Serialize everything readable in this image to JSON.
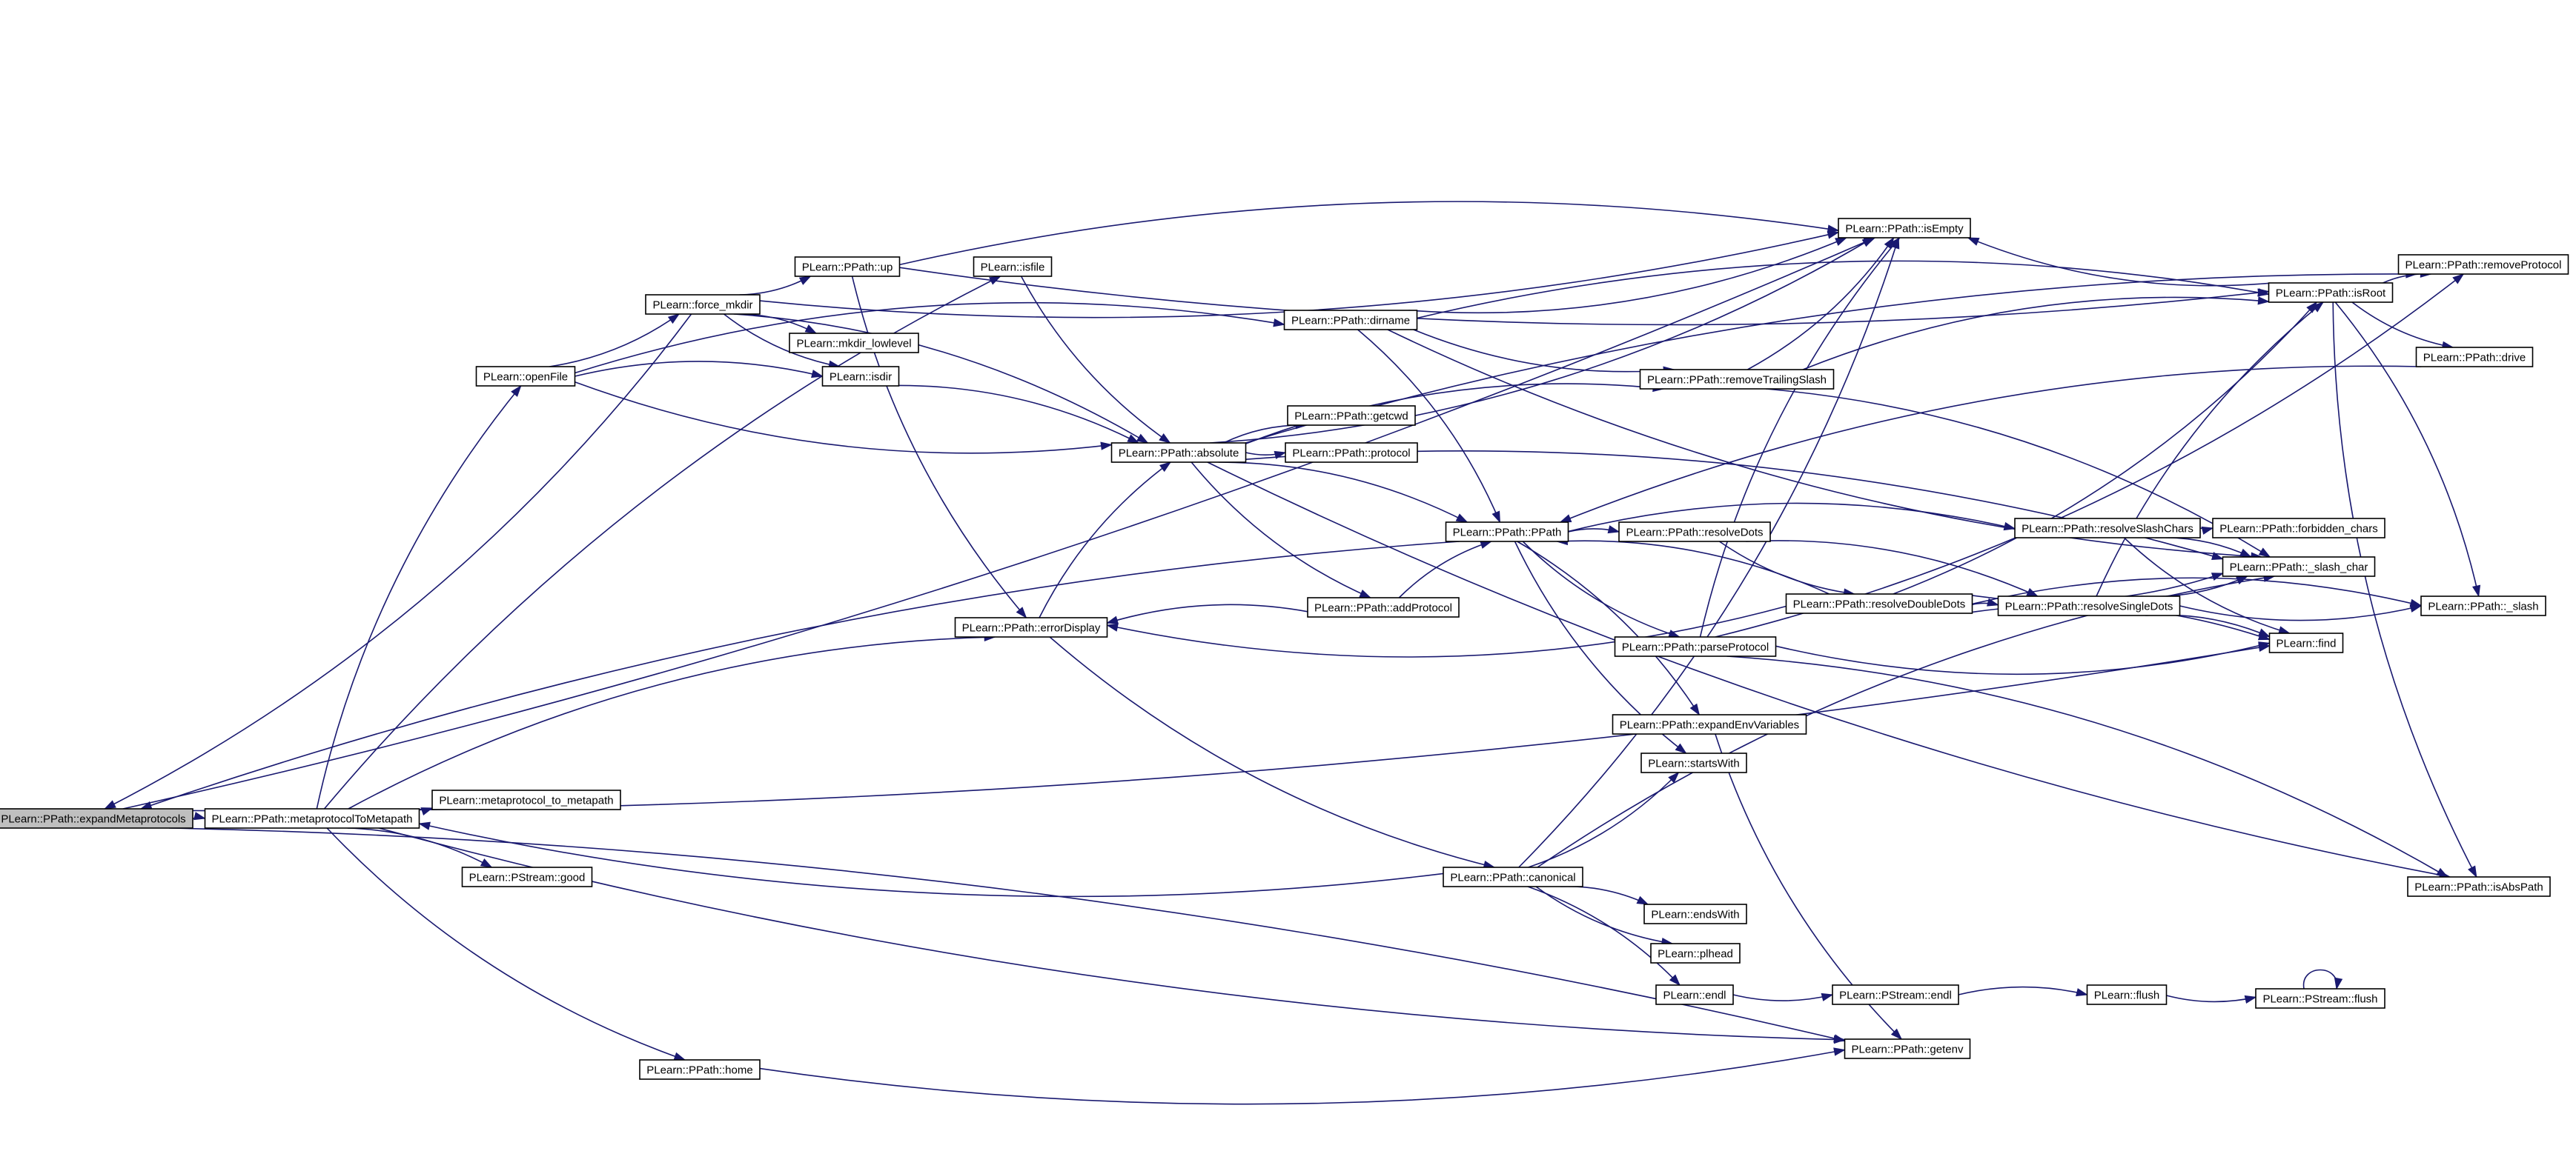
{
  "graph": {
    "nodes": [
      {
        "id": "expandMetaprotocols",
        "label": "PLearn::PPath::expandMetaprotocols",
        "root": true
      },
      {
        "id": "metaprotocolToMetapath",
        "label": "PLearn::PPath::metaprotocolToMetapath"
      },
      {
        "id": "metaprotocol_to_metapath",
        "label": "PLearn::metaprotocol_to_metapath"
      },
      {
        "id": "good",
        "label": "PLearn::PStream::good"
      },
      {
        "id": "home",
        "label": "PLearn::PPath::home"
      },
      {
        "id": "openFile",
        "label": "PLearn::openFile"
      },
      {
        "id": "force_mkdir",
        "label": "PLearn::force_mkdir"
      },
      {
        "id": "mkdir_lowlevel",
        "label": "PLearn::mkdir_lowlevel"
      },
      {
        "id": "isdir",
        "label": "PLearn::isdir"
      },
      {
        "id": "up",
        "label": "PLearn::PPath::up"
      },
      {
        "id": "isfile",
        "label": "PLearn::isfile"
      },
      {
        "id": "errorDisplay",
        "label": "PLearn::PPath::errorDisplay"
      },
      {
        "id": "absolute",
        "label": "PLearn::PPath::absolute"
      },
      {
        "id": "dirname",
        "label": "PLearn::PPath::dirname"
      },
      {
        "id": "getcwd",
        "label": "PLearn::PPath::getcwd"
      },
      {
        "id": "protocol",
        "label": "PLearn::PPath::protocol"
      },
      {
        "id": "PPath",
        "label": "PLearn::PPath::PPath"
      },
      {
        "id": "addProtocol",
        "label": "PLearn::PPath::addProtocol"
      },
      {
        "id": "removeTrailingSlash",
        "label": "PLearn::PPath::removeTrailingSlash"
      },
      {
        "id": "isEmpty",
        "label": "PLearn::PPath::isEmpty"
      },
      {
        "id": "resolveDots",
        "label": "PLearn::PPath::resolveDots"
      },
      {
        "id": "parseProtocol",
        "label": "PLearn::PPath::parseProtocol"
      },
      {
        "id": "expandEnvVariables",
        "label": "PLearn::PPath::expandEnvVariables"
      },
      {
        "id": "startsWith",
        "label": "PLearn::startsWith"
      },
      {
        "id": "canonical",
        "label": "PLearn::PPath::canonical"
      },
      {
        "id": "endsWith",
        "label": "PLearn::endsWith"
      },
      {
        "id": "plhead",
        "label": "PLearn::plhead"
      },
      {
        "id": "endl",
        "label": "PLearn::endl"
      },
      {
        "id": "ps_endl",
        "label": "PLearn::PStream::endl"
      },
      {
        "id": "flush",
        "label": "PLearn::flush"
      },
      {
        "id": "ps_flush",
        "label": "PLearn::PStream::flush"
      },
      {
        "id": "getenv",
        "label": "PLearn::PPath::getenv"
      },
      {
        "id": "resolveSlashChars",
        "label": "PLearn::PPath::resolveSlashChars"
      },
      {
        "id": "resolveDoubleDots",
        "label": "PLearn::PPath::resolveDoubleDots"
      },
      {
        "id": "resolveSingleDots",
        "label": "PLearn::PPath::resolveSingleDots"
      },
      {
        "id": "forbidden_chars",
        "label": "PLearn::PPath::forbidden_chars"
      },
      {
        "id": "slash_char",
        "label": "PLearn::PPath::_slash_char"
      },
      {
        "id": "slash",
        "label": "PLearn::PPath::_slash"
      },
      {
        "id": "find",
        "label": "PLearn::find"
      },
      {
        "id": "isRoot",
        "label": "PLearn::PPath::isRoot"
      },
      {
        "id": "removeProtocol",
        "label": "PLearn::PPath::removeProtocol"
      },
      {
        "id": "drive",
        "label": "PLearn::PPath::drive"
      },
      {
        "id": "isAbsPath",
        "label": "PLearn::PPath::isAbsPath"
      }
    ],
    "edges": [
      [
        "expandMetaprotocols",
        "metaprotocolToMetapath"
      ],
      [
        "expandMetaprotocols",
        "isEmpty"
      ],
      [
        "expandMetaprotocols",
        "getenv"
      ],
      [
        "expandMetaprotocols",
        "find"
      ],
      [
        "metaprotocolToMetapath",
        "openFile"
      ],
      [
        "metaprotocolToMetapath",
        "metaprotocol_to_metapath"
      ],
      [
        "metaprotocolToMetapath",
        "good"
      ],
      [
        "metaprotocolToMetapath",
        "home"
      ],
      [
        "metaprotocolToMetapath",
        "errorDisplay"
      ],
      [
        "metaprotocolToMetapath",
        "getenv"
      ],
      [
        "metaprotocolToMetapath",
        "isfile"
      ],
      [
        "openFile",
        "force_mkdir"
      ],
      [
        "openFile",
        "isdir"
      ],
      [
        "openFile",
        "absolute"
      ],
      [
        "openFile",
        "dirname"
      ],
      [
        "force_mkdir",
        "up"
      ],
      [
        "force_mkdir",
        "mkdir_lowlevel"
      ],
      [
        "force_mkdir",
        "isdir"
      ],
      [
        "force_mkdir",
        "absolute"
      ],
      [
        "force_mkdir",
        "isEmpty"
      ],
      [
        "force_mkdir",
        "expandMetaprotocols"
      ],
      [
        "up",
        "errorDisplay"
      ],
      [
        "up",
        "isEmpty"
      ],
      [
        "up",
        "isRoot"
      ],
      [
        "isdir",
        "absolute"
      ],
      [
        "isfile",
        "absolute"
      ],
      [
        "errorDisplay",
        "absolute"
      ],
      [
        "errorDisplay",
        "canonical"
      ],
      [
        "absolute",
        "getcwd"
      ],
      [
        "absolute",
        "protocol"
      ],
      [
        "absolute",
        "PPath"
      ],
      [
        "absolute",
        "addProtocol"
      ],
      [
        "absolute",
        "removeTrailingSlash"
      ],
      [
        "absolute",
        "isEmpty"
      ],
      [
        "absolute",
        "removeProtocol"
      ],
      [
        "absolute",
        "isAbsPath"
      ],
      [
        "absolute",
        "slash_char"
      ],
      [
        "dirname",
        "isEmpty"
      ],
      [
        "dirname",
        "PPath"
      ],
      [
        "dirname",
        "removeTrailingSlash"
      ],
      [
        "dirname",
        "isRoot"
      ],
      [
        "dirname",
        "slash_char"
      ],
      [
        "addProtocol",
        "PPath"
      ],
      [
        "addProtocol",
        "errorDisplay"
      ],
      [
        "PPath",
        "resolveDots"
      ],
      [
        "PPath",
        "parseProtocol"
      ],
      [
        "PPath",
        "expandEnvVariables"
      ],
      [
        "PPath",
        "startsWith"
      ],
      [
        "PPath",
        "resolveSlashChars"
      ],
      [
        "PPath",
        "expandMetaprotocols"
      ],
      [
        "removeTrailingSlash",
        "isRoot"
      ],
      [
        "removeTrailingSlash",
        "isEmpty"
      ],
      [
        "removeTrailingSlash",
        "slash_char"
      ],
      [
        "resolveDots",
        "resolveDoubleDots"
      ],
      [
        "resolveDots",
        "resolveSingleDots"
      ],
      [
        "resolveSlashChars",
        "forbidden_chars"
      ],
      [
        "resolveSlashChars",
        "slash_char"
      ],
      [
        "resolveSlashChars",
        "find"
      ],
      [
        "resolveDoubleDots",
        "resolveSingleDots"
      ],
      [
        "resolveDoubleDots",
        "slash_char"
      ],
      [
        "resolveDoubleDots",
        "find"
      ],
      [
        "resolveDoubleDots",
        "isRoot"
      ],
      [
        "resolveDoubleDots",
        "errorDisplay"
      ],
      [
        "resolveDoubleDots",
        "PPath"
      ],
      [
        "resolveDoubleDots",
        "slash"
      ],
      [
        "resolveSingleDots",
        "slash_char"
      ],
      [
        "resolveSingleDots",
        "find"
      ],
      [
        "resolveSingleDots",
        "slash"
      ],
      [
        "resolveSingleDots",
        "isRoot"
      ],
      [
        "parseProtocol",
        "find"
      ],
      [
        "parseProtocol",
        "isEmpty"
      ],
      [
        "parseProtocol",
        "removeProtocol"
      ],
      [
        "parseProtocol",
        "isAbsPath"
      ],
      [
        "expandEnvVariables",
        "getenv"
      ],
      [
        "canonical",
        "endsWith"
      ],
      [
        "canonical",
        "plhead"
      ],
      [
        "canonical",
        "endl"
      ],
      [
        "canonical",
        "startsWith"
      ],
      [
        "canonical",
        "metaprotocolToMetapath"
      ],
      [
        "canonical",
        "isEmpty"
      ],
      [
        "canonical",
        "slash_char"
      ],
      [
        "endl",
        "ps_endl"
      ],
      [
        "ps_endl",
        "flush"
      ],
      [
        "flush",
        "ps_flush"
      ],
      [
        "ps_flush",
        "ps_flush"
      ],
      [
        "home",
        "getenv"
      ],
      [
        "isRoot",
        "removeProtocol"
      ],
      [
        "isRoot",
        "drive"
      ],
      [
        "isRoot",
        "slash"
      ],
      [
        "isRoot",
        "isAbsPath"
      ],
      [
        "isRoot",
        "isEmpty"
      ],
      [
        "drive",
        "PPath"
      ]
    ]
  }
}
